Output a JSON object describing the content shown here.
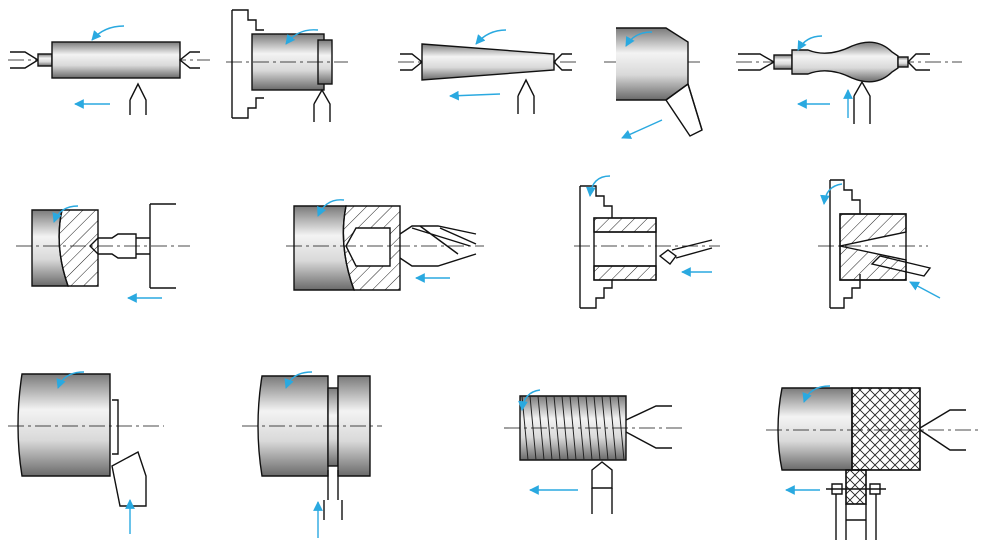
{
  "figure": {
    "background": "#ffffff",
    "line_color": "#111111",
    "arrow_color": "#2aa9e0",
    "shade_dark": "#6f6f6f",
    "shade_light": "#f2f2f2",
    "hatch_color": "#222222",
    "operations": [
      {
        "id": "turn-outer-cylinder"
      },
      {
        "id": "turn-end-face-chuck"
      },
      {
        "id": "turn-taper"
      },
      {
        "id": "chamfer"
      },
      {
        "id": "form-turn-profile"
      },
      {
        "id": "center-drill"
      },
      {
        "id": "drill"
      },
      {
        "id": "bore"
      },
      {
        "id": "bore-taper"
      },
      {
        "id": "face-turn"
      },
      {
        "id": "groove-cut-off"
      },
      {
        "id": "thread-cut"
      },
      {
        "id": "knurl"
      }
    ]
  }
}
